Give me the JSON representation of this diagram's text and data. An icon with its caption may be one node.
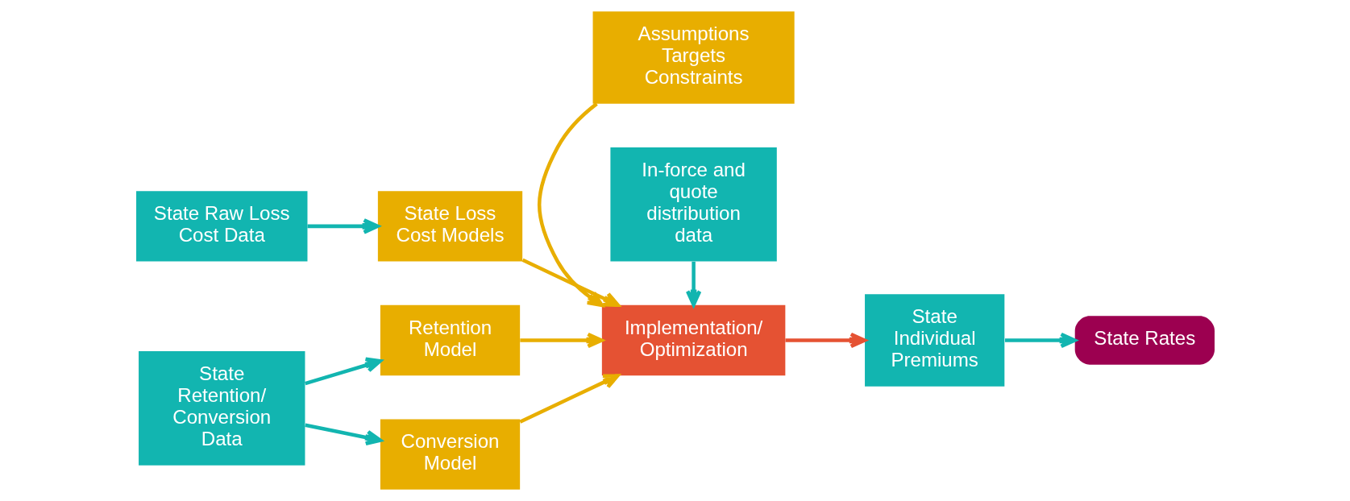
{
  "diagram": {
    "nodes": [
      {
        "text": [
          "State Raw Loss Cost Data"
        ]
      },
      {
        "text": [
          "State Loss Cost Models"
        ]
      },
      {
        "text": [
          "State Retention/ Conversion Data"
        ]
      },
      {
        "text": [
          "Retention Model"
        ]
      },
      {
        "text": [
          "Conversion Model"
        ]
      },
      {
        "text": [
          "Assumptions Targets Constraints"
        ]
      },
      {
        "text": [
          "Implementation/ Optimization"
        ]
      },
      {
        "text": [
          "State Individual Premiums"
        ]
      },
      {
        "text": [
          "State Rates"
        ]
      },
      {
        "text": [
          "In-force and quote distribution data"
        ]
      }
    ],
    "edges": [
      {
        "from": 0,
        "to": 1,
        "arrow": "to",
        "color": "#12b5b0"
      },
      {
        "from": 2,
        "to": 3,
        "arrow": "to",
        "color": "#12b5b0"
      },
      {
        "from": 2,
        "to": 4,
        "arrow": "to",
        "color": "#12b5b0"
      },
      {
        "from": 1,
        "to": 6,
        "arrow": "to",
        "color": "#e8ae00"
      },
      {
        "from": 3,
        "to": 6,
        "arrow": "to",
        "color": "#e8ae00"
      },
      {
        "from": 4,
        "to": 6,
        "arrow": "to",
        "color": "#e8ae00"
      },
      {
        "from": 5,
        "to": 6,
        "arrow": "to",
        "color": "#e8ae00"
      },
      {
        "from": 9,
        "to": 6,
        "arrow": "to",
        "color": "#12b5b0"
      },
      {
        "from": 6,
        "to": 7,
        "arrow": "to",
        "color": "#e55233"
      },
      {
        "from": 7,
        "to": 8,
        "arrow": "to",
        "color": "#12b5b0"
      }
    ]
  }
}
